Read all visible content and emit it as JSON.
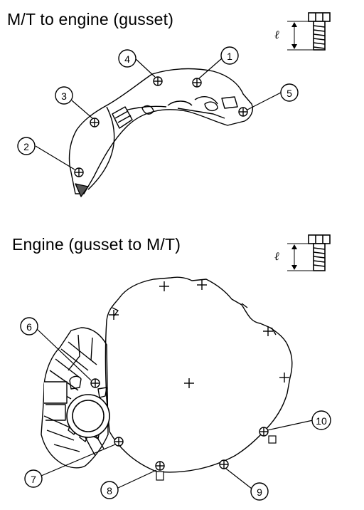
{
  "sections": [
    {
      "title": "M/T to engine (gusset)",
      "bolt_length_symbol": "ℓ",
      "callouts": [
        "1",
        "2",
        "3",
        "4",
        "5"
      ]
    },
    {
      "title": "Engine (gusset to M/T)",
      "bolt_length_symbol": "ℓ",
      "callouts": [
        "6",
        "7",
        "8",
        "9",
        "10"
      ]
    }
  ]
}
